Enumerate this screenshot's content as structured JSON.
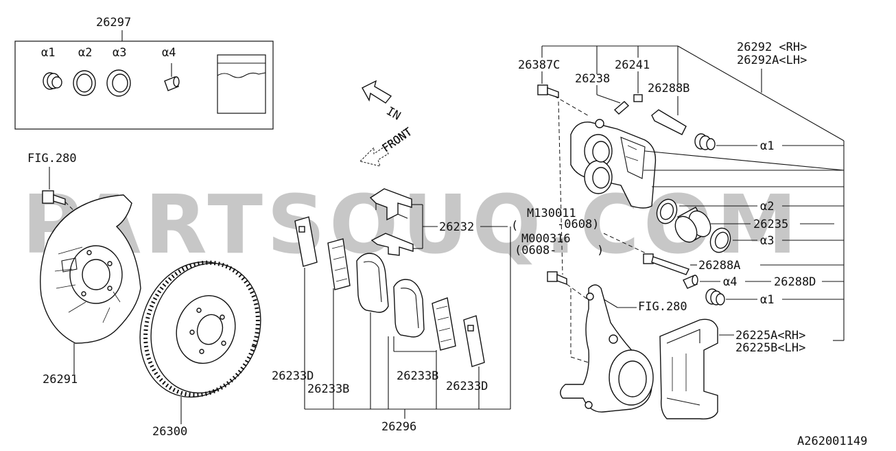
{
  "diagram": {
    "watermark": "PARTSOUQ.COM",
    "figure_code": "A262001149",
    "arrows": {
      "in": "IN",
      "front": "FRONT"
    },
    "kit": {
      "number": "26297",
      "items": [
        "α1",
        "α2",
        "α3",
        "α4"
      ]
    },
    "labels": {
      "fig280_top": "FIG.280",
      "p26291": "26291",
      "p26300": "26300",
      "p26232": "26232",
      "p26233D_left": "26233D",
      "p26233B_left": "26233B",
      "p26233B_right": "26233B",
      "p26233D_right": "26233D",
      "p26296": "26296",
      "m130011": "M130011",
      "m130011_range": "-0608)",
      "m130011_paren": "(",
      "m000316": "M000316",
      "m000316_range": "(0608-",
      "m000316_paren": ")",
      "p26387C": "26387C",
      "p26238": "26238",
      "p26241": "26241",
      "p26288B": "26288B",
      "p26292_rh": "26292 <RH>",
      "p26292a_lh": "26292A<LH>",
      "a1_top": "α1",
      "a2": "α2",
      "p26235": "26235",
      "a3": "α3",
      "p26288A": "26288A",
      "a4": "α4",
      "p26288D": "26288D",
      "a1_bottom": "α1",
      "fig280_mid": "FIG.280",
      "p26225a_rh": "26225A<RH>",
      "p26225b_lh": "26225B<LH>"
    }
  }
}
